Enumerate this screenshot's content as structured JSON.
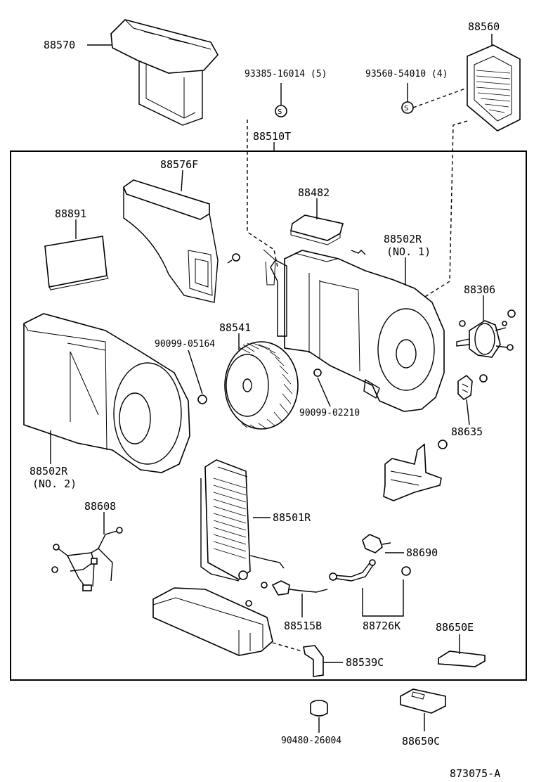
{
  "diagram_code": "873075-A",
  "assembly_label": "88510T",
  "parts": [
    {
      "id": "p88570",
      "label": "88570"
    },
    {
      "id": "p88560",
      "label": "88560"
    },
    {
      "id": "p93385",
      "label": "93385-16014 (5)"
    },
    {
      "id": "p93560",
      "label": "93560-54010 (4)"
    },
    {
      "id": "p88576F",
      "label": "88576F"
    },
    {
      "id": "p88482",
      "label": "88482"
    },
    {
      "id": "p88891",
      "label": "88891"
    },
    {
      "id": "p88502R1",
      "label": "88502R"
    },
    {
      "id": "p88502R1b",
      "label": "(NO. 1)"
    },
    {
      "id": "p88306",
      "label": "88306"
    },
    {
      "id": "p88541",
      "label": "88541"
    },
    {
      "id": "p90099_05164",
      "label": "90099-05164"
    },
    {
      "id": "p90099_02210",
      "label": "90099-02210"
    },
    {
      "id": "p88635",
      "label": "88635"
    },
    {
      "id": "p88502R2",
      "label": "88502R"
    },
    {
      "id": "p88502R2b",
      "label": "(NO. 2)"
    },
    {
      "id": "p88608",
      "label": "88608"
    },
    {
      "id": "p88501R",
      "label": "88501R"
    },
    {
      "id": "p88690",
      "label": "88690"
    },
    {
      "id": "p88515B",
      "label": "88515B"
    },
    {
      "id": "p88726K",
      "label": "88726K"
    },
    {
      "id": "p88650E",
      "label": "88650E"
    },
    {
      "id": "p88539C",
      "label": "88539C"
    },
    {
      "id": "p90480",
      "label": "90480-26004"
    },
    {
      "id": "p88650C",
      "label": "88650C"
    }
  ]
}
